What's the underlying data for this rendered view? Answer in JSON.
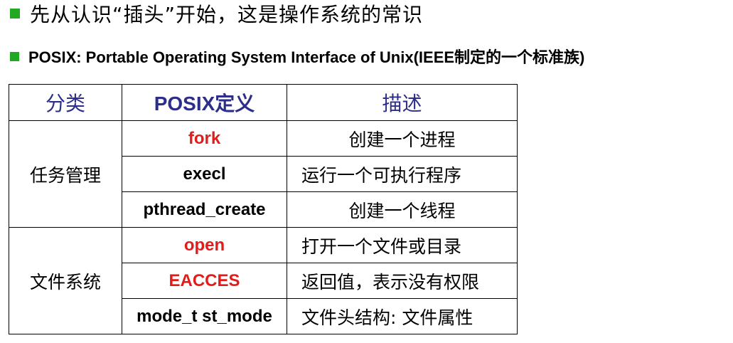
{
  "bullets": {
    "line1": "先从认识“插头”开始，这是操作系统的常识",
    "line2": "POSIX: Portable Operating System Interface of Unix(IEEE制定的一个标准族)"
  },
  "colors": {
    "bullet": "#22a822",
    "header_text": "#2d2d8a",
    "highlight_red": "#e41b1b"
  },
  "table": {
    "headers": [
      "分类",
      "POSIX定义",
      "描述"
    ],
    "groups": [
      {
        "category": "任务管理",
        "rows": [
          {
            "definition": "fork",
            "description": "创建一个进程",
            "red": true
          },
          {
            "definition": "execl",
            "description": "运行一个可执行程序",
            "red": false
          },
          {
            "definition": "pthread_create",
            "description": "创建一个线程",
            "red": false
          }
        ]
      },
      {
        "category": "文件系统",
        "rows": [
          {
            "definition": "open",
            "description": "打开一个文件或目录",
            "red": true
          },
          {
            "definition": "EACCES",
            "description": "返回值，表示没有权限",
            "red": true
          },
          {
            "definition": "mode_t st_mode",
            "description": "文件头结构: 文件属性",
            "red": false
          }
        ]
      }
    ]
  }
}
